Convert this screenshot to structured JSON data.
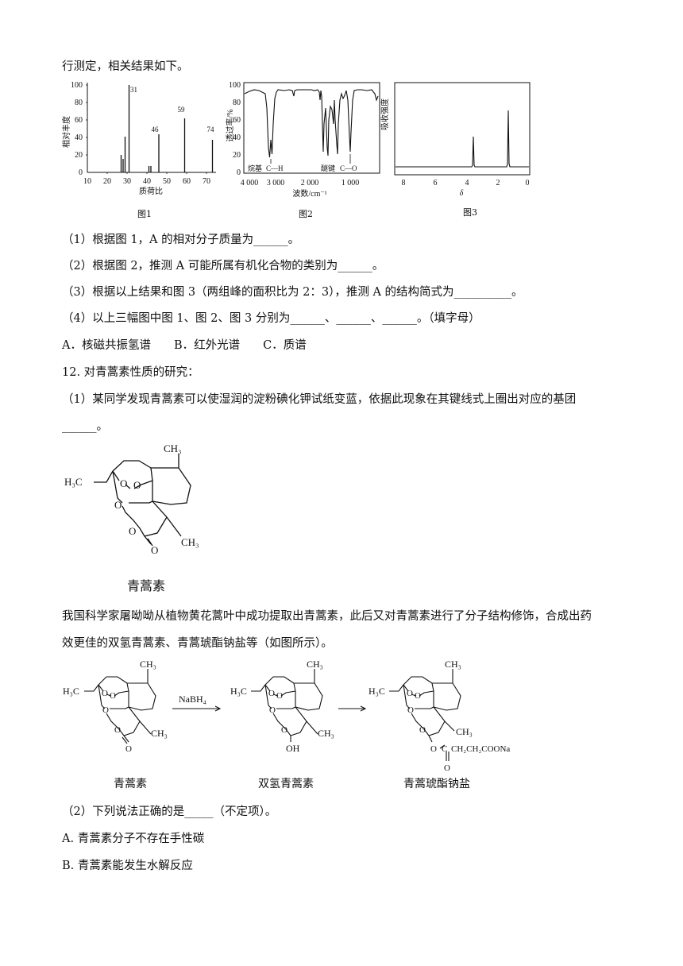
{
  "intro": "行测定，相关结果如下。",
  "fig1": {
    "caption": "图1",
    "ylabel": "相对丰度",
    "xlabel": "质荷比",
    "yticks": [
      "0",
      "20",
      "40",
      "60",
      "80",
      "100"
    ],
    "xticks": [
      "10",
      "20",
      "30",
      "40",
      "50",
      "60",
      "70"
    ],
    "peak_labels": [
      "31",
      "46",
      "59",
      "74"
    ]
  },
  "fig2": {
    "caption": "图2",
    "ylabel": "透过率/%",
    "xlabel": "波数/cm⁻¹",
    "yticks": [
      "0",
      "20",
      "40",
      "60",
      "80",
      "100"
    ],
    "xticks": [
      "4 000",
      "3 000",
      "2 000",
      "1 000"
    ],
    "ann_ch_label": "烷基",
    "ann_ch_bond": "C—H",
    "ann_co_label": "醚键",
    "ann_co_bond": "C—O"
  },
  "fig3": {
    "caption": "图3",
    "ylabel": "吸收强度",
    "xlabel": "δ",
    "xticks": [
      "8",
      "6",
      "4",
      "2",
      "0"
    ]
  },
  "q1": "（1）根据图 1，A 的相对分子质量为______。",
  "q2": "（2）根据图 2，推测 A 可能所属有机化合物的类别为______。",
  "q3": "（3）根据以上结果和图 3（两组峰的面积比为 2：3），推测 A 的结构简式为__________。",
  "q4": "（4）以上三幅图中图 1、图 2、图 3 分别为______、______、______。（填字母）",
  "options": "A．核磁共振氢谱　　B．红外光谱　　C．质谱",
  "q12_title": "12. 对青蒿素性质的研究：",
  "q12_1a": "（1）某同学发现青蒿素可以使湿润的淀粉碘化钾试纸变蓝，依据此现象在其键线式上圈出对应的基团",
  "q12_1b": "______。",
  "struct1": {
    "ch3_top": "CH₃",
    "h3c": "H₃C",
    "ch3_right": "CH₃",
    "o1": "O",
    "o2": "O",
    "o3": "O",
    "o4": "O",
    "o5": "O",
    "name": "青蒿素"
  },
  "para1": "我国科学家屠呦呦从植物黄花蒿叶中成功提取出青蒿素，此后又对青蒿素进行了分子结构修饰，合成出药",
  "para2": "效更佳的双氢青蒿素、青蒿琥酯钠盐等（如图所示）。",
  "scheme": {
    "reagent": "NaBH₄",
    "ch3": "CH₃",
    "h3c": "H₃C",
    "o": "O",
    "oh": "OH",
    "side_chain": "CH₂CH₂COONa",
    "side_c": "C",
    "names": [
      "青蒿素",
      "双氢青蒿素",
      "青蒿琥酯钠盐"
    ]
  },
  "q12_2": "（2）下列说法正确的是_____（不定项）。",
  "optA": "A. 青蒿素分子不存在手性碳",
  "optB": "B. 青蒿素能发生水解反应"
}
